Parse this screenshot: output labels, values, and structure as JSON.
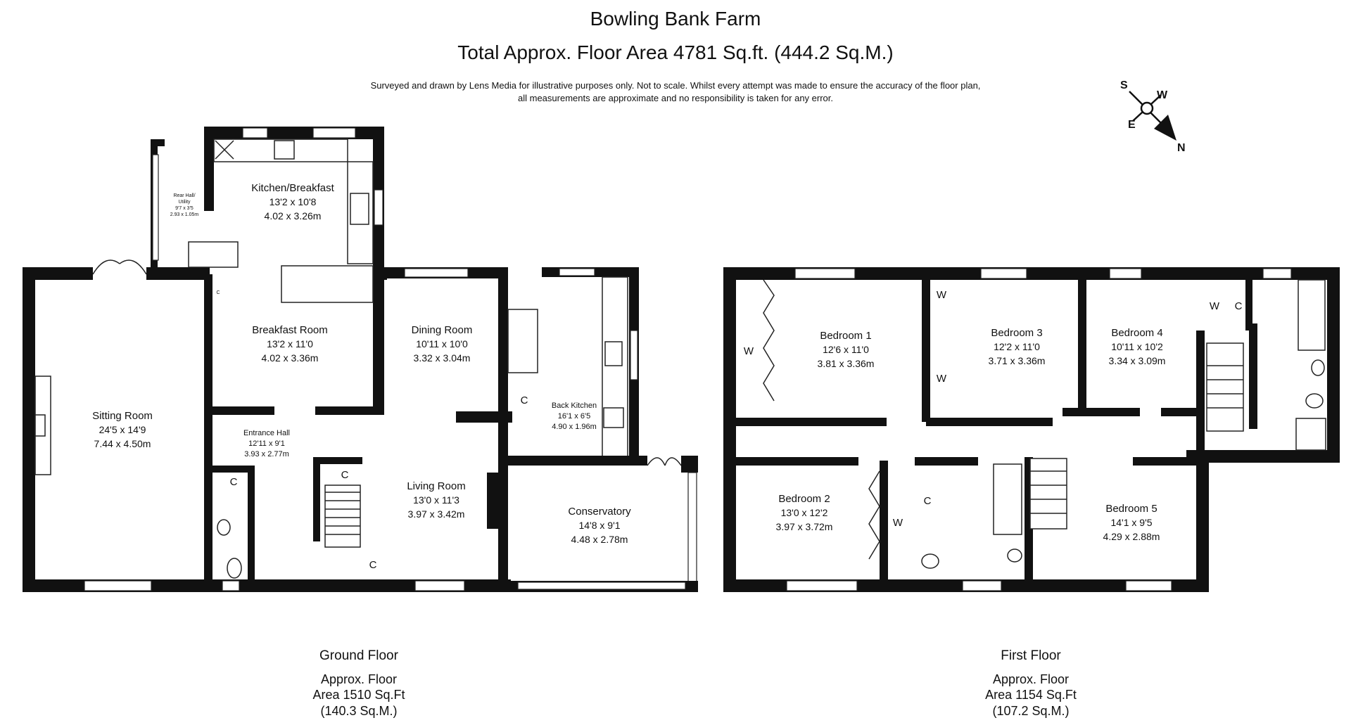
{
  "header": {
    "title": "Bowling Bank Farm",
    "total_area": "Total Approx. Floor Area 4781 Sq.ft. (444.2 Sq.M.)",
    "disclaimer_1": "Surveyed and drawn by Lens Media for illustrative purposes only. Not to scale. Whilst every attempt was made to ensure the accuracy of the floor plan,",
    "disclaimer_2": "all measurements are approximate and no responsibility is taken for any error."
  },
  "compass": {
    "s": "S",
    "w": "W",
    "e": "E",
    "n": "N"
  },
  "ground_floor": {
    "label": "Ground Floor",
    "area_1": "Approx. Floor",
    "area_2": "Area 1510 Sq.Ft",
    "area_3": "(140.3 Sq.M.)",
    "rooms": {
      "rear_hall": {
        "name": "Rear Hall/",
        "name2": "Utility",
        "imperial": "9'7 x 3'5",
        "metric": "2.93 x 1.05m"
      },
      "kitchen": {
        "name": "Kitchen/Breakfast",
        "imperial": "13'2 x 10'8",
        "metric": "4.02 x 3.26m"
      },
      "breakfast": {
        "name": "Breakfast Room",
        "imperial": "13'2 x 11'0",
        "metric": "4.02 x 3.36m"
      },
      "sitting": {
        "name": "Sitting Room",
        "imperial": "24'5 x 14'9",
        "metric": "7.44 x 4.50m"
      },
      "entrance": {
        "name": "Entrance Hall",
        "imperial": "12'11 x 9'1",
        "metric": "3.93 x 2.77m"
      },
      "dining": {
        "name": "Dining Room",
        "imperial": "10'11 x 10'0",
        "metric": "3.32 x 3.04m"
      },
      "back_kitchen": {
        "name": "Back Kitchen",
        "imperial": "16'1 x 6'5",
        "metric": "4.90 x 1.96m"
      },
      "living": {
        "name": "Living Room",
        "imperial": "13'0 x 11'3",
        "metric": "3.97 x 3.42m"
      },
      "conservatory": {
        "name": "Conservatory",
        "imperial": "14'8 x 9'1",
        "metric": "4.48 x 2.78m"
      }
    },
    "codes": {
      "c": "C"
    }
  },
  "first_floor": {
    "label": "First Floor",
    "area_1": "Approx. Floor",
    "area_2": "Area 1154 Sq.Ft",
    "area_3": "(107.2 Sq.M.)",
    "rooms": {
      "bedroom1": {
        "name": "Bedroom 1",
        "imperial": "12'6 x 11'0",
        "metric": "3.81 x 3.36m"
      },
      "bedroom3": {
        "name": "Bedroom 3",
        "imperial": "12'2 x 11'0",
        "metric": "3.71 x 3.36m"
      },
      "bedroom4": {
        "name": "Bedroom 4",
        "imperial": "10'11 x 10'2",
        "metric": "3.34 x 3.09m"
      },
      "bedroom2": {
        "name": "Bedroom 2",
        "imperial": "13'0 x 12'2",
        "metric": "3.97 x 3.72m"
      },
      "bedroom5": {
        "name": "Bedroom 5",
        "imperial": "14'1 x 9'5",
        "metric": "4.29 x 2.88m"
      }
    },
    "codes": {
      "w": "W",
      "c": "C"
    }
  }
}
